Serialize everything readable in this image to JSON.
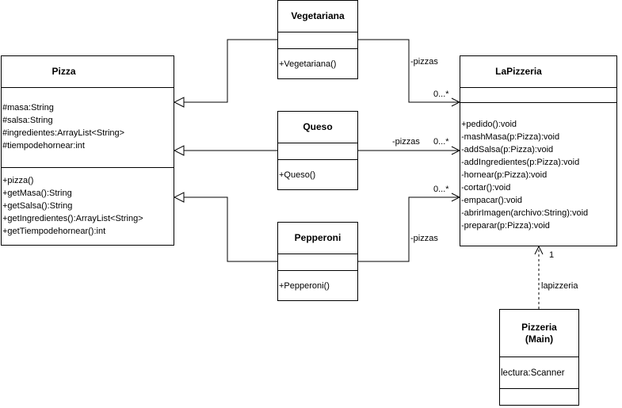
{
  "pizza": {
    "name": "Pizza",
    "attributes": [
      "#masa:String",
      "#salsa:String",
      "#ingredientes:ArrayList<String>",
      "#tiempodehornear:int"
    ],
    "methods": [
      "+pizza()",
      "+getMasa():String",
      "+getSalsa():String",
      "+getIngredientes():ArrayList<String>",
      "+getTiempodehornear():int"
    ]
  },
  "vegetariana": {
    "name": "Vegetariana",
    "attributes": [],
    "methods": [
      "+Vegetariana()"
    ]
  },
  "queso": {
    "name": "Queso",
    "attributes": [],
    "methods": [
      "+Queso()"
    ]
  },
  "pepperoni": {
    "name": "Pepperoni",
    "attributes": [],
    "methods": [
      "+Pepperoni()"
    ]
  },
  "lapizzeria": {
    "name": "LaPizzeria",
    "attributes": [],
    "methods": [
      "+pedido():void",
      "-mashMasa(p:Pizza):void",
      "-addSalsa(p:Pizza):void",
      "-addIngredientes(p:Pizza):void",
      "-hornear(p:Pizza):void",
      "-cortar():void",
      "-empacar():void",
      "-abrirImagen(archivo:String):void",
      "-preparar(p:Pizza):void"
    ]
  },
  "pizzeria": {
    "name_line1": "Pizzeria",
    "name_line2": "(Main)",
    "attributes": [
      "lectura:Scanner"
    ],
    "methods": []
  },
  "labels": {
    "veg_role": "-pizzas",
    "veg_mult": "0...*",
    "queso_role": "-pizzas",
    "queso_mult": "0...*",
    "pep_role": "-pizzas",
    "pep_mult": "0...*",
    "dep_role": "lapizzeria",
    "dep_mult": "1"
  }
}
